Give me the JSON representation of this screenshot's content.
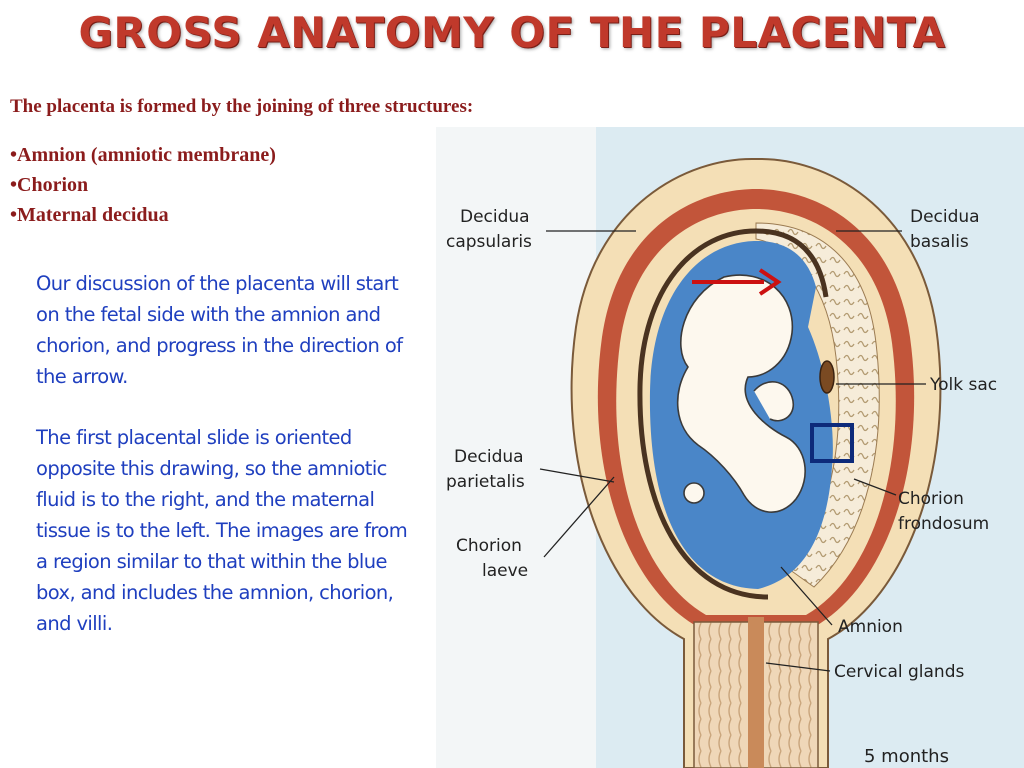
{
  "title": "GROSS ANATOMY OF THE PLACENTA",
  "intro": "The placenta is formed by the joining of three structures:",
  "structures": [
    "•Amnion (amniotic membrane)",
    "•Chorion",
    "•Maternal decidua"
  ],
  "paragraph1": "Our discussion of the placenta will start on the fetal side with the amnion and chorion, and progress in the direction of the arrow.",
  "paragraph2": "The first placental slide is oriented opposite this drawing, so the amniotic fluid is to the right, and the maternal tissue is to the left. The images are from a region similar to that within the blue box, and includes the amnion, chorion, and  villi.",
  "diagram": {
    "labels": {
      "decidua_capsularis": [
        "Decidua",
        "capsularis"
      ],
      "decidua_basalis": [
        "Decidua",
        "basalis"
      ],
      "yolk_sac": "Yolk sac",
      "decidua_parietalis": [
        "Decidua",
        "parietalis"
      ],
      "chorion_frondosum": [
        "Chorion",
        "frondosum"
      ],
      "chorion_laeve": [
        "Chorion",
        "laeve"
      ],
      "amnion": "Amnion",
      "cervical_glands": "Cervical glands",
      "caption": "5 months"
    },
    "colors": {
      "title": "#c0392b",
      "text_red": "#8b1c1c",
      "text_blue": "#1f3fbf",
      "amniotic_fluid": "#4a86c8",
      "decidua": "#c2553a",
      "arrow": "#cc1111",
      "box": "#0d2a7a",
      "background_tint": "#dcebf2"
    }
  }
}
